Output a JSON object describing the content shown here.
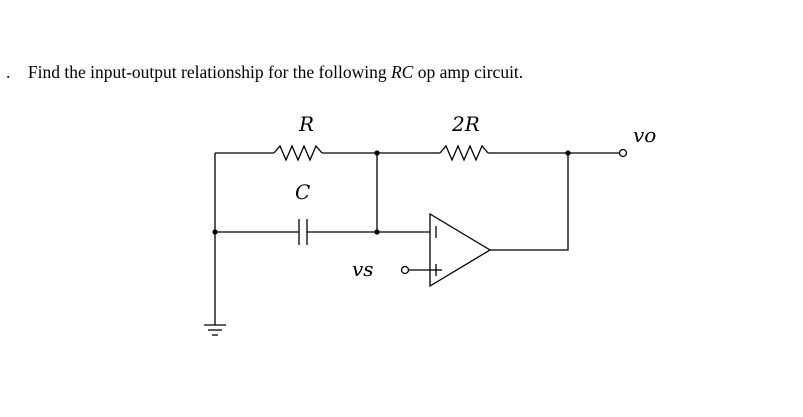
{
  "question": {
    "number": ".",
    "prefix": "Find the input-output relationship for the following",
    "emph": "RC",
    "suffix": "op amp circuit."
  },
  "circuit": {
    "labels": {
      "resistor_r": "R",
      "resistor_2r": "2R",
      "capacitor": "C",
      "input": "vs",
      "output": "vo",
      "inverting": "−",
      "noninverting": "+"
    }
  }
}
